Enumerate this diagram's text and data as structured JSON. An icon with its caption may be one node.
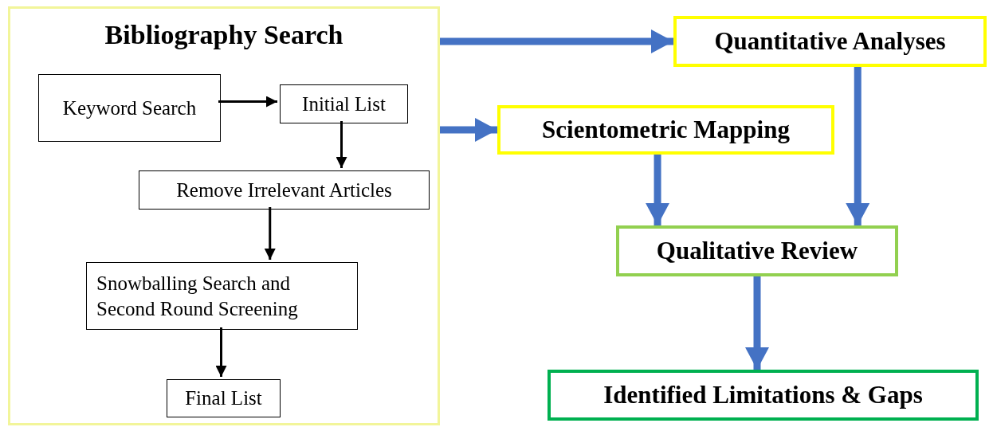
{
  "diagram": {
    "nodes": [
      {
        "text": [
          "Bibliography Search"
        ]
      },
      {
        "text": [
          "Keyword Search"
        ],
        "in": 0
      },
      {
        "text": [
          "Initial List"
        ],
        "in": 0
      },
      {
        "text": [
          "Remove Irrelevant Articles"
        ],
        "in": 0
      },
      {
        "text": [
          "Snowballing Search and Second Round Screening"
        ],
        "in": 0
      },
      {
        "text": [
          "Final List"
        ],
        "in": 0
      },
      {
        "text": [
          "Quantitative Analyses"
        ]
      },
      {
        "text": [
          "Scientometric Mapping"
        ]
      },
      {
        "text": [
          "Qualitative Review"
        ]
      },
      {
        "text": [
          "Identified Limitations & Gaps"
        ]
      }
    ],
    "edges": [
      {
        "from": 1,
        "to": 2,
        "arrow": "to",
        "color": "#000000"
      },
      {
        "from": 2,
        "to": 3,
        "arrow": "to",
        "color": "#000000"
      },
      {
        "from": 3,
        "to": 4,
        "arrow": "to",
        "color": "#000000"
      },
      {
        "from": 4,
        "to": 5,
        "arrow": "to",
        "color": "#000000"
      },
      {
        "from": 0,
        "to": 6,
        "arrow": "to"
      },
      {
        "from": 0,
        "to": 7,
        "arrow": "to"
      },
      {
        "from": 7,
        "to": 8,
        "arrow": "to"
      },
      {
        "from": 6,
        "to": 8,
        "arrow": "to"
      },
      {
        "from": 8,
        "to": 9,
        "arrow": "to"
      }
    ]
  }
}
